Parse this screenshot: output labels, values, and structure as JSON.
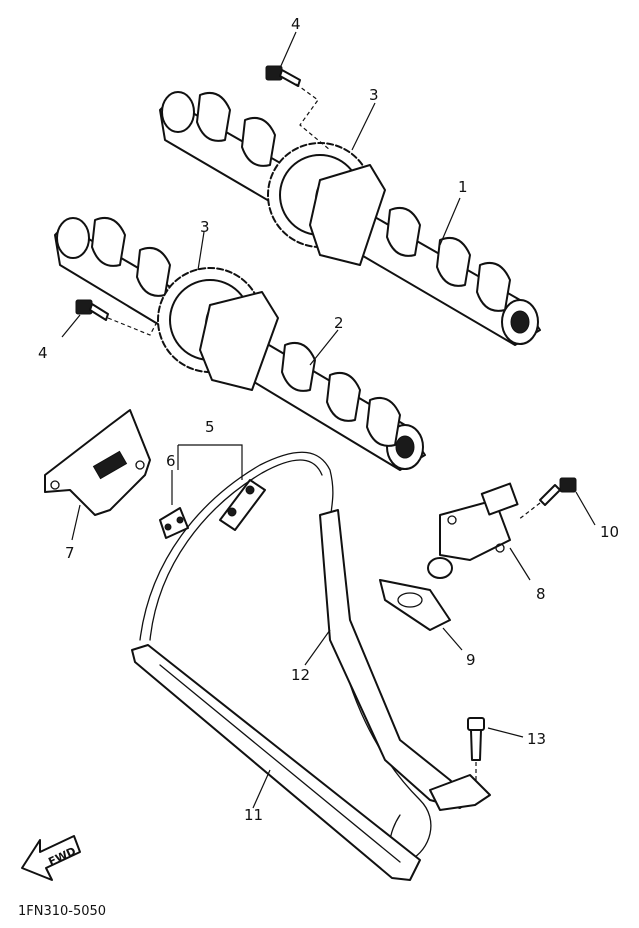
{
  "callouts": [
    "1",
    "2",
    "3",
    "3",
    "4",
    "4",
    "5",
    "6",
    "7",
    "8",
    "9",
    "10",
    "11",
    "12",
    "13"
  ],
  "arrow_label": "FWD",
  "figure_code": "1FN310-5050"
}
